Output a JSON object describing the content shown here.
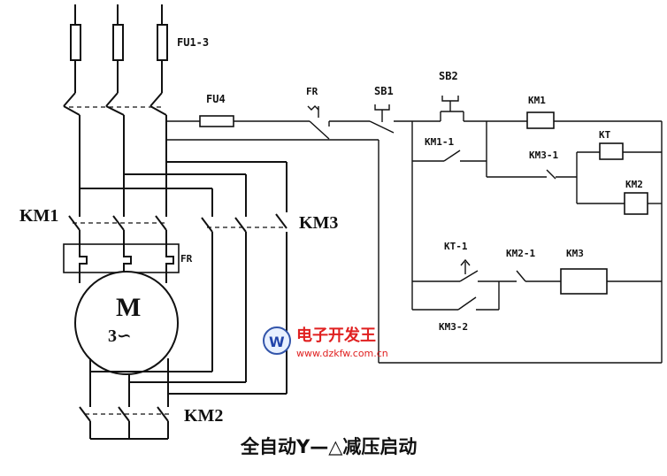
{
  "labels": {
    "fu13": "FU1-3",
    "fu4": "FU4",
    "fr_top": "FR",
    "sb1": "SB1",
    "sb2": "SB2",
    "km1_coil": "KM1",
    "km1_1": "KM1-1",
    "kt": "KT",
    "km3_1": "KM3-1",
    "km2_coil": "KM2",
    "kt_1": "KT-1",
    "km2_1": "KM2-1",
    "km3_coil": "KM3",
    "km3_2": "KM3-2",
    "km1_main": "KM1",
    "km3_main": "KM3",
    "fr_side": "FR",
    "motor_m": "M",
    "motor_3": "3∽",
    "km2_main": "KM2"
  },
  "title": "全自动Y—△减压启动",
  "watermark": {
    "name": "电子开发王",
    "url": "www.dzkfw.com.cn",
    "logo_letter": "W"
  }
}
